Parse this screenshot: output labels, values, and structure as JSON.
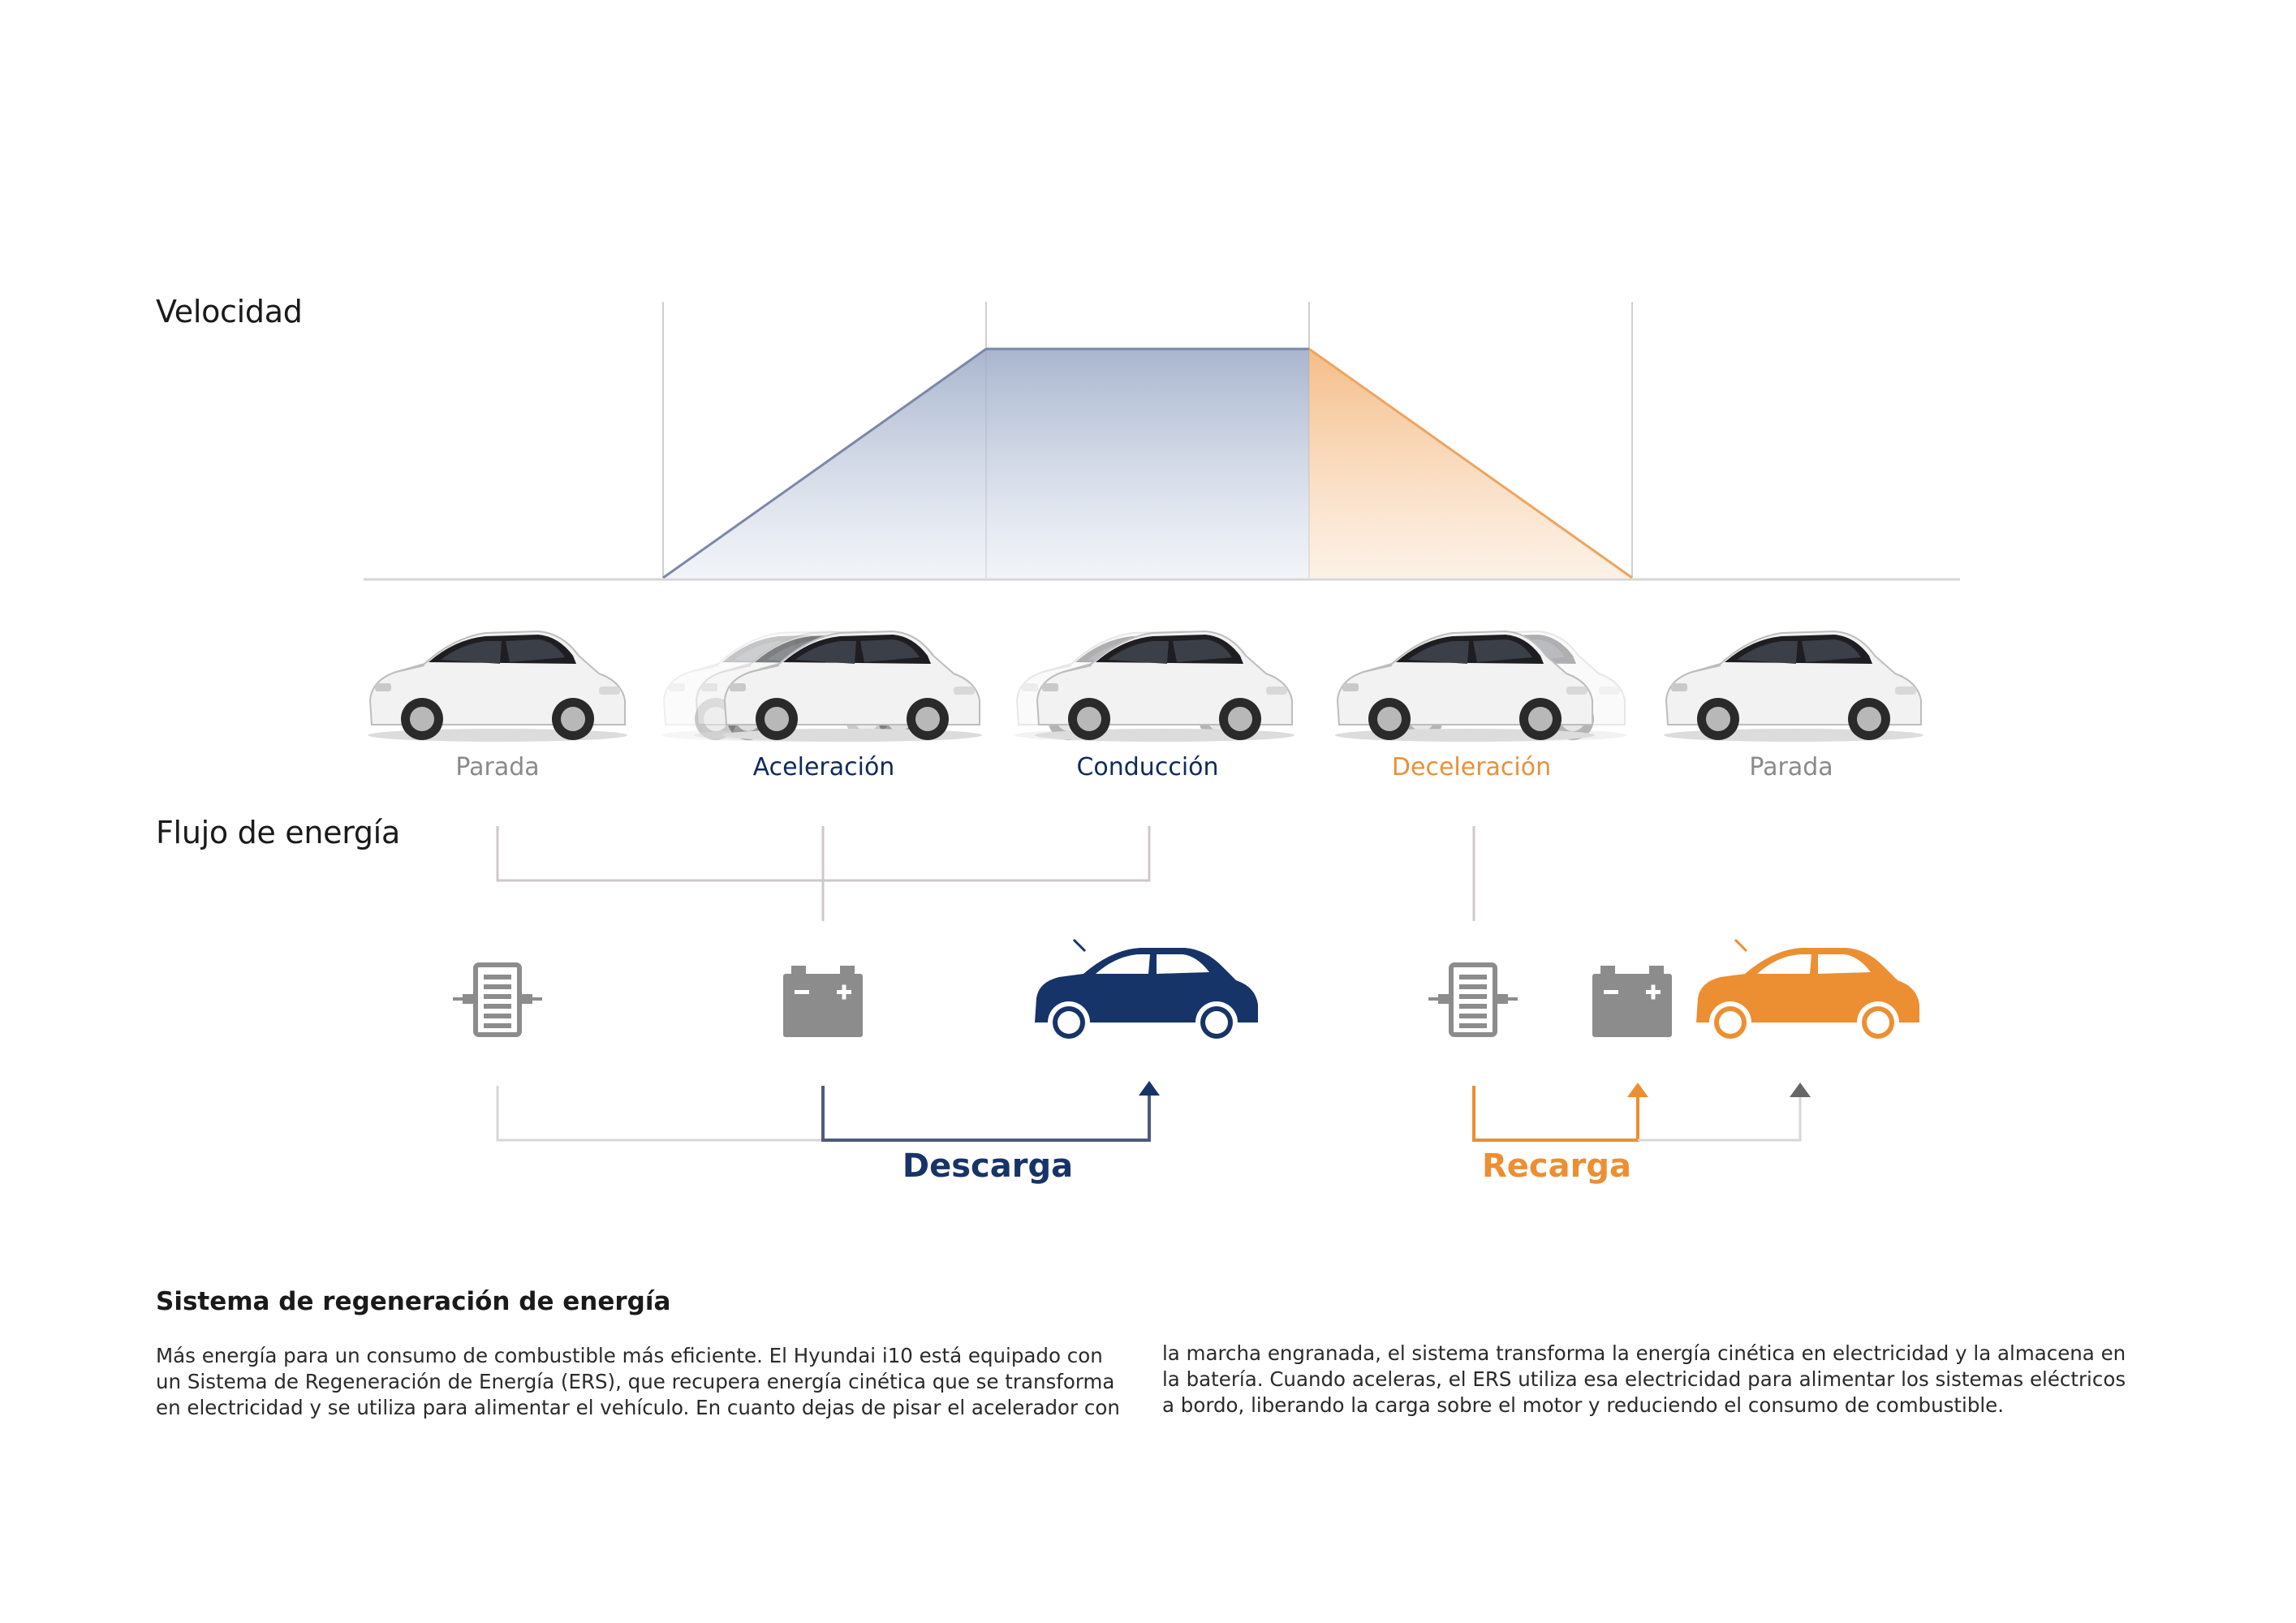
{
  "diagram": {
    "speed_title": "Velocidad",
    "energy_title": "Flujo de energía",
    "stages": [
      {
        "label": "Parada",
        "color": "#8a8a8a"
      },
      {
        "label": "Aceleración",
        "color": "#0f2a5c"
      },
      {
        "label": "Conducción",
        "color": "#0f2a5c"
      },
      {
        "label": "Deceleración",
        "color": "#e8913a"
      },
      {
        "label": "Parada",
        "color": "#8a8a8a"
      }
    ],
    "flows": [
      {
        "label": "Descarga",
        "color": "#163468"
      },
      {
        "label": "Recarga",
        "color": "#ec8f32"
      }
    ],
    "colors": {
      "navy": "#163468",
      "orange": "#ec8f32",
      "grey_icon": "#8c8c8c",
      "line_grey": "#c7c7c7"
    },
    "icons": [
      "generator-icon",
      "battery-icon",
      "car-icon"
    ]
  },
  "text": {
    "heading": "Sistema de regeneración de energía",
    "col1_lines": [
      "Más energía para un consumo de combustible más eficiente. El Hyundai i10 está equipado con",
      "un Sistema de Regeneración de Energía (ERS), que recupera energía cinética que se transforma",
      "en electricidad y se utiliza para alimentar el vehículo. En cuanto dejas de pisar el acelerador con"
    ],
    "col2_lines": [
      "la marcha engranada, el sistema transforma la energía cinética en electricidad y la almacena en",
      "la batería. Cuando aceleras, el ERS utiliza esa electricidad para alimentar los sistemas eléctricos",
      "a bordo, liberando la carga sobre el motor y reduciendo el consumo de combustible."
    ]
  }
}
